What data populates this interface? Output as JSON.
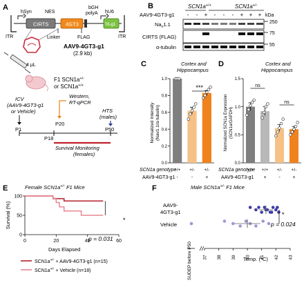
{
  "panels": {
    "A": {
      "letter": "A",
      "construct": {
        "labels": {
          "hsyn": "hSyn",
          "nes": "NES",
          "bgh": "bGH",
          "polya": "polyA",
          "hu6": "hU6",
          "itr_left": "ITR",
          "itr_right": "ITR",
          "cirts": "CIRTS",
          "cargo": "4GT3",
          "guide": "T6-g1",
          "linker": "Linker",
          "flag": "FLAG"
        },
        "vector_name": "AAV9-4GT3-g1",
        "vector_size": "(2.9 kb)"
      },
      "injection": {
        "volume": "4 μL",
        "mouse_line1": "F1 SCN1a",
        "mouse_line1_sup": "+/-",
        "mouse_line2": "or SCN1a",
        "mouse_line2_sup": "+/+"
      },
      "timeline": {
        "icv_line1": "ICV",
        "icv_line2": "(AAV9-4GT3-g1",
        "icv_line3": "or Vehicle)",
        "p1": "P1",
        "p18": "P18",
        "p20": "P20",
        "p50": "P50",
        "western_line1": "Western,",
        "western_line2": "RT-qPCR",
        "hts_line1": "HTS",
        "hts_line2": "(males)",
        "survival_line1": "Survival Monitoring",
        "survival_line2": "(females)"
      },
      "colors": {
        "cirts": "#7a7a7a",
        "cargo": "#f08a1c",
        "guide": "#7cc242",
        "brain": "#f4c8cf",
        "survival": "#c0202c"
      }
    },
    "B": {
      "letter": "B",
      "genotype_wt": "SCN1a",
      "genotype_wt_sup": "+/+",
      "genotype_het": "SCN1a",
      "genotype_het_sup": "+/-",
      "aav_label": "AAV9-4GT3-g1",
      "signs": [
        "-",
        "-",
        "+",
        "-",
        "-",
        "-",
        "+",
        "+",
        "+"
      ],
      "kda": "kDa",
      "rows": [
        {
          "label": "Na",
          "sub": "v",
          "suffix": "1.1",
          "mw": "250"
        },
        {
          "label": "CIRTS (FLAG)",
          "mw": "75"
        },
        {
          "label": "α-tubulin",
          "mw": "55"
        }
      ]
    },
    "C": {
      "letter": "C",
      "subtitle_line1": "Cortex and",
      "subtitle_line2": "Hippocampus",
      "ylabel_line1": "Normalized Intensity",
      "ylabel_line2": "(Nav1.1/α-tubulin)",
      "genotype_label": "SCN1a genotype",
      "aav_label": "AAV9-4GT3-g1",
      "sig": "***",
      "chart_data": {
        "type": "bar",
        "categories": [
          "+/+ −",
          "+/- −",
          "+/- +"
        ],
        "genotype": [
          "+/+",
          "+/-",
          "+/-"
        ],
        "aav": [
          "-",
          "-",
          "+"
        ],
        "values": [
          1.0,
          0.62,
          0.83
        ],
        "errors": [
          0.0,
          0.04,
          0.03
        ],
        "points": [
          [
            1.0,
            1.0,
            1.0
          ],
          [
            0.52,
            0.58,
            0.62,
            0.66,
            0.7
          ],
          [
            0.77,
            0.8,
            0.84,
            0.87,
            0.9
          ]
        ],
        "ylim": [
          0,
          1.0
        ],
        "yticks": [
          "0.0",
          "0.2",
          "0.4",
          "0.6",
          "0.8",
          "1.0"
        ],
        "colors": [
          "#7f7f7f",
          "#f5c186",
          "#f0821e"
        ]
      }
    },
    "D": {
      "letter": "D",
      "subtitle_line1": "Cortex and",
      "subtitle_line2": "Hippocampus",
      "ylabel_line1": "Normalized SCN1a Expression",
      "ylabel_line2": "(SCN1a/GAPDH)",
      "genotype_label": "SCN1a genotype",
      "aav_label": "AAV9-4GT3-g1",
      "sig": [
        "ns",
        "ns"
      ],
      "chart_data": {
        "type": "bar",
        "categories": [
          "+/+ −",
          "+/+ +",
          "+/- −",
          "+/- +"
        ],
        "genotype": [
          "+/+",
          "+/+",
          "+/-",
          "+/-"
        ],
        "aav": [
          "-",
          "+",
          "-",
          "+"
        ],
        "values": [
          1.0,
          0.92,
          0.62,
          0.6
        ],
        "errors": [
          0.07,
          0.08,
          0.06,
          0.05
        ],
        "points": [
          [
            0.85,
            0.95,
            1.02,
            1.08,
            1.12
          ],
          [
            0.8,
            0.9,
            1.0,
            1.05
          ],
          [
            0.48,
            0.55,
            0.62,
            0.7,
            0.78
          ],
          [
            0.5,
            0.55,
            0.6,
            0.65,
            0.72
          ]
        ],
        "ylim": [
          0,
          1.5
        ],
        "yticks": [
          "0.0",
          "0.5",
          "1.0",
          "1.5"
        ],
        "colors": [
          "#7f7f7f",
          "#b8b8b8",
          "#f5c186",
          "#f0821e"
        ]
      }
    },
    "E": {
      "letter": "E",
      "title": "Female SCN1a",
      "title_sup": "+/-",
      "title_suffix": " F1 Mice",
      "ylabel": "Survival (%)",
      "xlabel": "Days Elapsed",
      "sig": "*",
      "pvalue": "p = 0.031",
      "legend": [
        {
          "text": "SCN1a",
          "sup": "+/-",
          "suffix": " + AAV9-4GT3-g1 (n=15)",
          "color": "#b3202b"
        },
        {
          "text": "SCN1a",
          "sup": "+/-",
          "suffix": " + Vehicle (n=18)",
          "color": "#e88592"
        }
      ],
      "chart_data": {
        "type": "line",
        "xlim": [
          0,
          60
        ],
        "ylim": [
          0,
          100
        ],
        "xticks": [
          "0",
          "20",
          "40",
          "60"
        ],
        "yticks": [
          "0",
          "50",
          "100"
        ],
        "series": [
          {
            "name": "SCN1a+/- + AAV9-4GT3-g1 (n=15)",
            "color": "#b3202b",
            "steps": [
              [
                0,
                100
              ],
              [
                18,
                100
              ],
              [
                18,
                93
              ],
              [
                25,
                93
              ],
              [
                25,
                87
              ],
              [
                50,
                87
              ]
            ]
          },
          {
            "name": "SCN1a+/- + Vehicle (n=18)",
            "color": "#e88592",
            "steps": [
              [
                0,
                100
              ],
              [
                18,
                100
              ],
              [
                18,
                94
              ],
              [
                20,
                94
              ],
              [
                20,
                83
              ],
              [
                22,
                83
              ],
              [
                22,
                72
              ],
              [
                25,
                72
              ],
              [
                25,
                61
              ],
              [
                36,
                61
              ],
              [
                36,
                50
              ],
              [
                50,
                50
              ]
            ]
          }
        ]
      }
    },
    "F": {
      "letter": "F",
      "title": "Male SCN1a",
      "title_sup": "+/-",
      "title_suffix": " F1 Mice",
      "group_aav_line1": "AAV9-",
      "group_aav_line2": "4GT3-g1",
      "group_vehicle": "Vehicle",
      "xlabel": "Temp. (°C)",
      "sudep_label": "SUDEP before P50",
      "sig": "*",
      "pvalue": "p = 0.024",
      "chart_data": {
        "type": "scatter",
        "xlim": [
          37,
          43
        ],
        "xticks": [
          "37",
          "38",
          "39",
          "40",
          "41",
          "42",
          "43"
        ],
        "series": [
          {
            "name": "AAV9-4GT3-g1",
            "color": "#3e3ca6",
            "x": [
              40.2,
              40.6,
              41.0,
              41.2,
              41.4,
              41.6,
              41.8,
              42.0,
              42.2,
              40.8,
              41.3,
              41.7,
              42.1
            ],
            "mean": 41.3,
            "sd": 0.5
          },
          {
            "name": "Vehicle",
            "color": "#9c98d6",
            "x": [
              38.4,
              39.0,
              39.5,
              39.9,
              40.2,
              40.6,
              41.1,
              41.5
            ],
            "sudep_count": 1,
            "mean": 40.0,
            "sd": 0.9
          }
        ]
      }
    }
  }
}
